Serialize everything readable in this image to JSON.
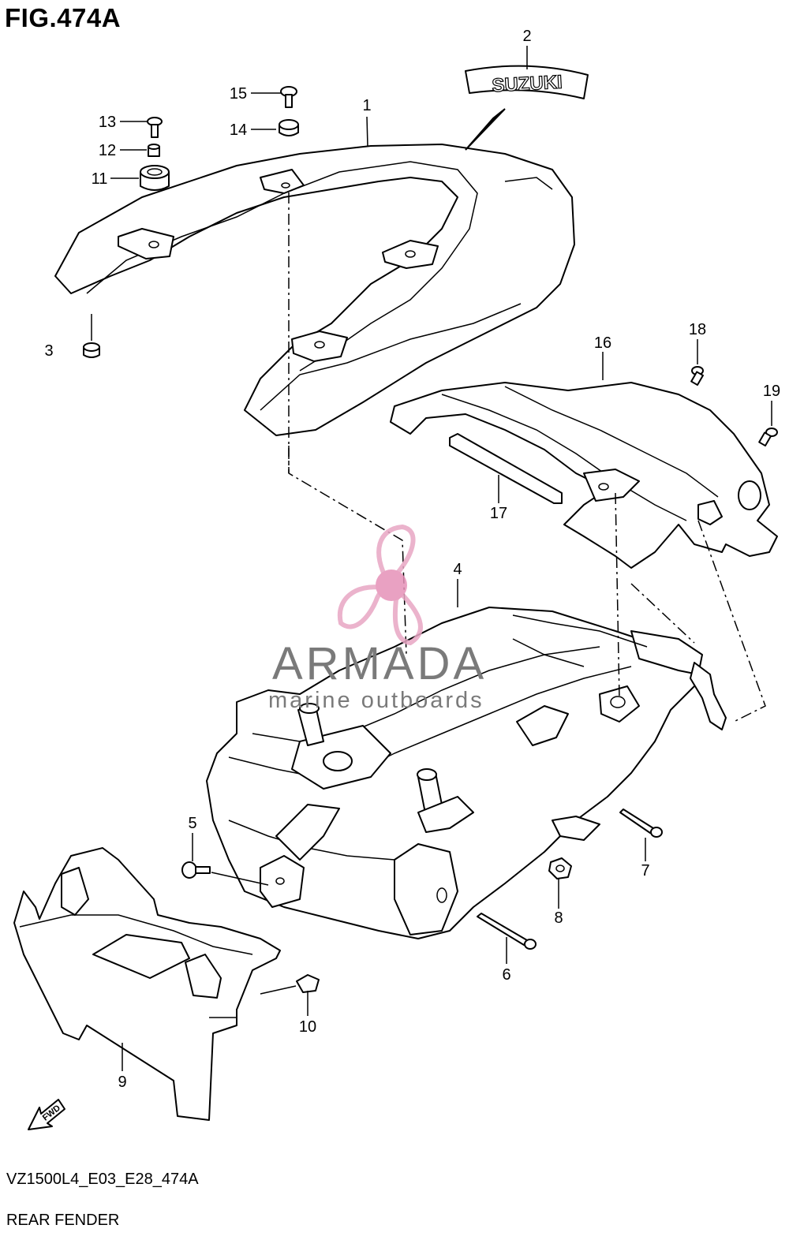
{
  "figure": {
    "title": "FIG.474A",
    "code": "VZ1500L4_E03_E28_474A",
    "name": "REAR FENDER"
  },
  "decal_text": "SUZUKI",
  "fwd_label": "FWD",
  "watermark": {
    "brand": "ARMADA",
    "tagline": "marine outboards",
    "logo_color": "#e8a6c4",
    "logo_hub_color": "#e691b8",
    "text_color": "#7a7a7a"
  },
  "callouts": [
    "1",
    "2",
    "3",
    "4",
    "5",
    "6",
    "7",
    "8",
    "9",
    "10",
    "11",
    "12",
    "13",
    "14",
    "15",
    "16",
    "17",
    "18",
    "19"
  ]
}
